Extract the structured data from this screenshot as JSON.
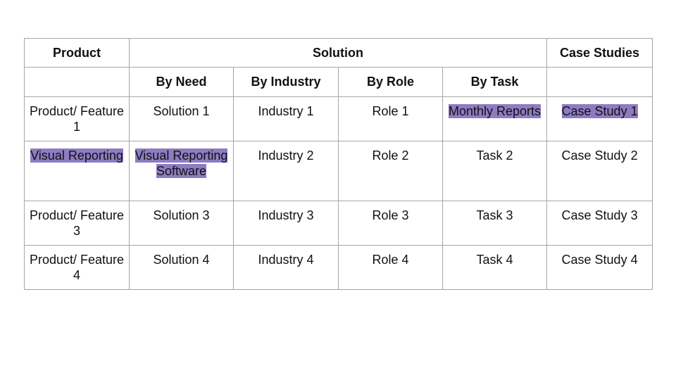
{
  "table": {
    "header_row_1": {
      "product": "Product",
      "solution": "Solution",
      "case_studies": "Case Studies"
    },
    "header_row_2": {
      "product": "",
      "by_need": "By Need",
      "by_industry": "By Industry",
      "by_role": "By Role",
      "by_task": "By Task",
      "case_studies": ""
    },
    "rows": [
      {
        "product": "Product/ Feature 1",
        "need": "Solution 1",
        "industry": "Industry 1",
        "role": "Role 1",
        "task": "Monthly Reports",
        "case_study": "Case Study 1"
      },
      {
        "product": "Visual Reporting",
        "need": "Visual Reporting Software",
        "industry": "Industry 2",
        "role": "Role 2",
        "task": "Task 2",
        "case_study": "Case Study 2"
      },
      {
        "product": "Product/ Feature 3",
        "need": "Solution 3",
        "industry": "Industry 3",
        "role": "Role 3",
        "task": "Task 3",
        "case_study": "Case Study 3"
      },
      {
        "product": "Product/ Feature 4",
        "need": "Solution 4",
        "industry": "Industry 4",
        "role": "Role 4",
        "task": "Task 4",
        "case_study": "Case Study 4"
      }
    ],
    "highlight_color": "#8e7cc3",
    "border_color": "#a6a6a6"
  }
}
